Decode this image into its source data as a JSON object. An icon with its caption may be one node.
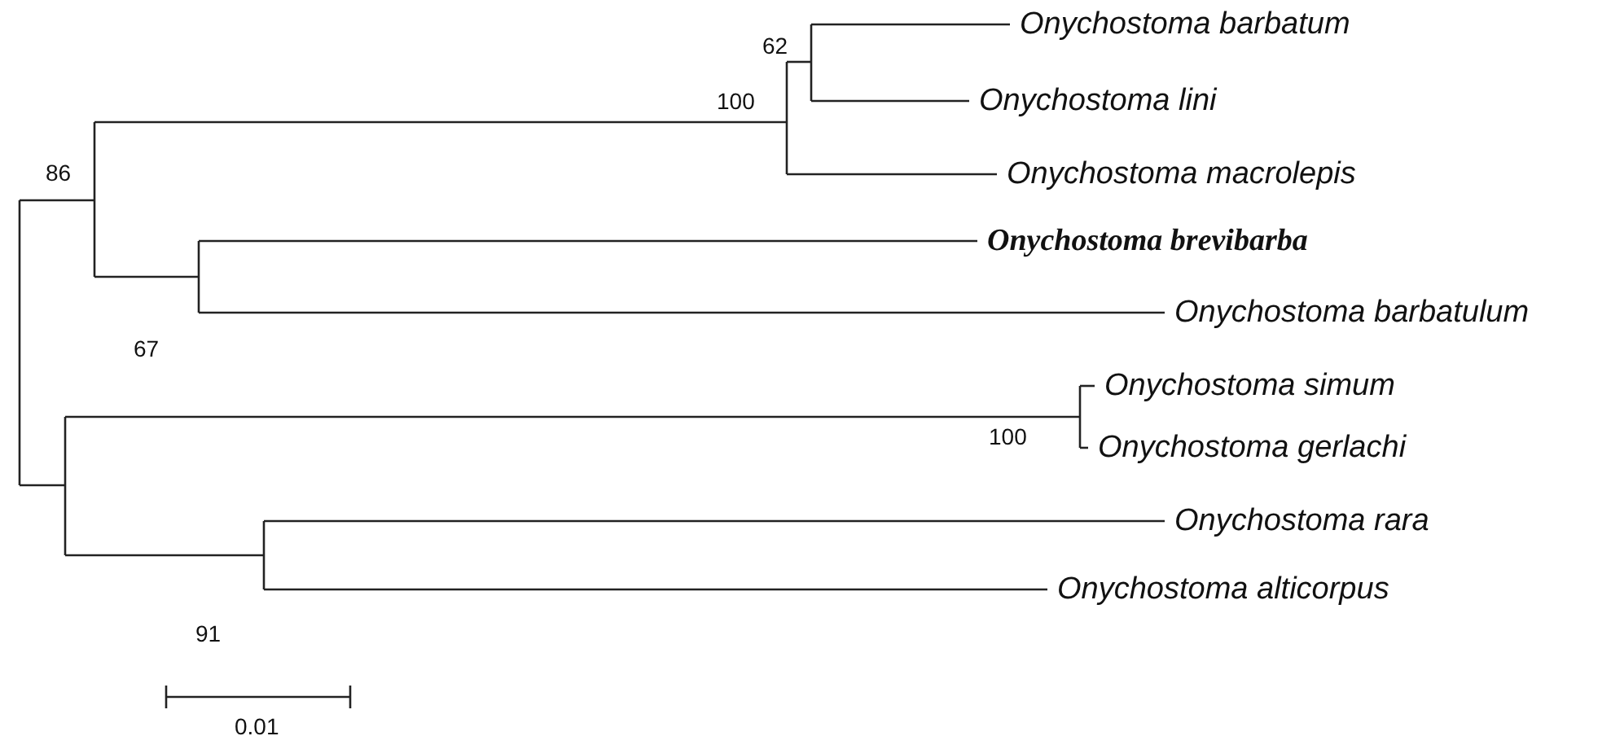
{
  "diagram": {
    "labels": [
      "62",
      "Onychostoma barbatum",
      "100",
      "Onychostoma lini",
      "Onychostoma macrolepis",
      "86",
      "Onychostoma brevibarba",
      "67",
      "Onychostoma barbatulum",
      "100",
      "Onychostoma simum",
      "Onychostoma gerlachi",
      "Onychostoma rara",
      "91",
      "Onychostoma alticorpus",
      "0.01"
    ]
  }
}
